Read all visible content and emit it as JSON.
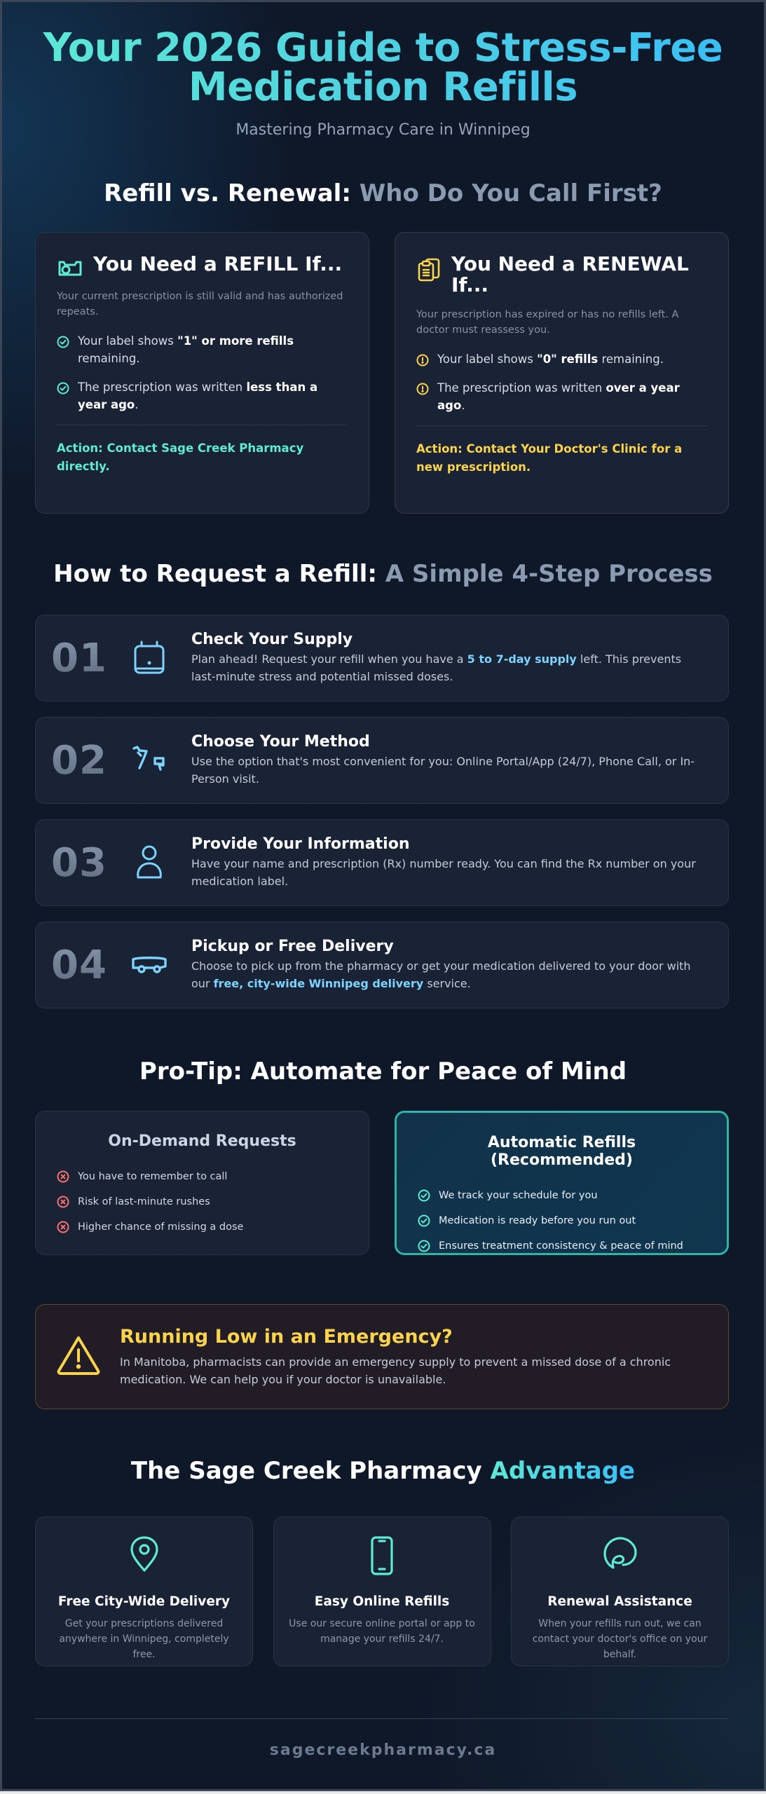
{
  "header": {
    "title_line1": "Your 2026 Guide to Stress-Free",
    "title_line2": "Medication Refills",
    "subtitle": "Mastering Pharmacy Care in Winnipeg"
  },
  "refill_vs_renewal": {
    "title_main": "Refill vs. Renewal:",
    "title_muted": "Who Do You Call First?",
    "refill": {
      "icon": "pill-bottle-icon",
      "heading": "You Need a REFILL If...",
      "description": "Your current prescription is still valid and has authorized repeats.",
      "items": [
        {
          "pre": "Your label shows ",
          "bold": "\"1\" or more refills",
          "post": " remaining."
        },
        {
          "pre": "The prescription was written ",
          "bold": "less than a year ago",
          "post": "."
        }
      ],
      "action": "Action: Contact Sage Creek Pharmacy directly."
    },
    "renewal": {
      "icon": "clipboard-icon",
      "heading": "You Need a RENEWAL If...",
      "description": "Your prescription has expired or has no refills left. A doctor must reassess you.",
      "items": [
        {
          "pre": "Your label shows ",
          "bold": "\"0\" refills",
          "post": " remaining."
        },
        {
          "pre": "The prescription was written ",
          "bold": "over a year ago",
          "post": "."
        }
      ],
      "action": "Action: Contact Your Doctor's Clinic for a new prescription."
    }
  },
  "steps_section": {
    "title_main": "How to Request a Refill:",
    "title_muted": "A Simple 4-Step Process",
    "steps": [
      {
        "number": "01",
        "icon": "calendar-icon",
        "title": "Check Your Supply",
        "pre": "Plan ahead! Request your refill when you have a ",
        "highlight": "5 to 7-day supply",
        "post": " left. This prevents last-minute stress and potential missed doses."
      },
      {
        "number": "02",
        "icon": "phone-icon",
        "title": "Choose Your Method",
        "pre": "Use the option that's most convenient for you: Online Portal/App (24/7), Phone Call, or In-Person visit.",
        "highlight": "",
        "post": ""
      },
      {
        "number": "03",
        "icon": "user-icon",
        "title": "Provide Your Information",
        "pre": "Have your name and prescription (Rx) number ready. You can find the Rx number on your medication label.",
        "highlight": "",
        "post": ""
      },
      {
        "number": "04",
        "icon": "delivery-vehicle-icon",
        "title": "Pickup or Free Delivery",
        "pre": "Choose to pick up from the pharmacy or get your medication delivered to your door with our ",
        "highlight": "free, city-wide Winnipeg delivery",
        "post": " service."
      }
    ]
  },
  "pro_tip": {
    "title": "Pro-Tip: Automate for Peace of Mind",
    "on_demand": {
      "heading": "On-Demand Requests",
      "items": [
        "You have to remember to call",
        "Risk of last-minute rushes",
        "Higher chance of missing a dose"
      ]
    },
    "automatic": {
      "heading": "Automatic Refills (Recommended)",
      "items": [
        "We track your schedule for you",
        "Medication is ready before you run out",
        "Ensures treatment consistency & peace of mind"
      ]
    }
  },
  "emergency": {
    "icon": "warning-triangle-icon",
    "heading": "Running Low in an Emergency?",
    "text": "In Manitoba, pharmacists can provide an emergency supply to prevent a missed dose of a chronic medication. We can help you if your doctor is unavailable."
  },
  "advantage": {
    "title_main": "The Sage Creek Pharmacy",
    "title_accent": "Advantage",
    "cards": [
      {
        "icon": "map-pin-icon",
        "title": "Free City-Wide Delivery",
        "text": "Get your prescriptions delivered anywhere in Winnipeg, completely free."
      },
      {
        "icon": "smartphone-icon",
        "title": "Easy Online Refills",
        "text": "Use our secure online portal or app to manage your refills 24/7."
      },
      {
        "icon": "chat-bubble-icon",
        "title": "Renewal Assistance",
        "text": "When your refills run out, we can contact your doctor's office on your behalf."
      }
    ]
  },
  "footer": {
    "url": "sagecreekpharmacy.ca"
  },
  "colors": {
    "background": "#0f1829",
    "card": "#1a2335",
    "teal": "#5eead4",
    "sky": "#7dd3fc",
    "amber": "#fcd34d",
    "red": "#f87171",
    "muted": "#8a9ab0"
  }
}
